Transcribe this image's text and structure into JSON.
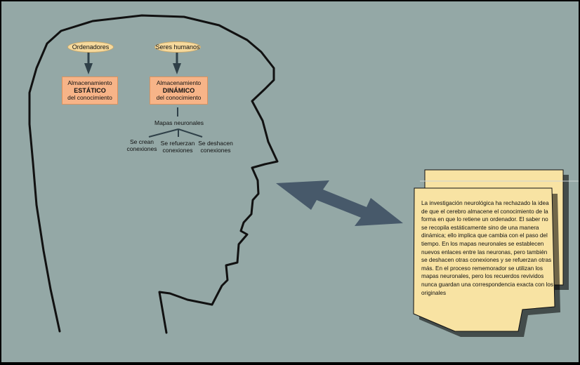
{
  "head": {
    "left_oval": "Ordenadores",
    "right_oval": "Seres humanos",
    "static_box": {
      "line1": "Almacenamiento",
      "line2": "ESTÁTICO",
      "line3": "del conocimiento"
    },
    "dynamic_box": {
      "line1": "Almacenamiento",
      "line2": "DINÁMICO",
      "line3": "del conocimiento"
    },
    "neural_maps": "Mapas neuronales",
    "branches": [
      {
        "line1": "Se crean",
        "line2": "conexiones"
      },
      {
        "line1": "Se refuerzan",
        "line2": "conexiones"
      },
      {
        "line1": "Se deshacen",
        "line2": "conexiones"
      }
    ]
  },
  "note": {
    "text": "La investigación neurológica ha rechazado la idea de que el cerebro almacene el conocimiento de la forma en que lo retiene un ordenador. El saber no se recopila estáticamente sino de una manera dinámica; ello implica que cambia con el paso del tiempo. En los mapas neuronales se establecen nuevos enlaces entre las neuronas, pero también se deshacen otras conexiones y se refuerzan otras más. En el proceso rememorador se utilizan los mapas neuronales, pero los recuerdos revividos nunca guardan una correspondencia exacta con los originales"
  },
  "colors": {
    "background": "#94a8a6",
    "oval_fill": "#f6d99c",
    "box_fill": "#f7b488",
    "note_fill": "#f8e3a3",
    "arrow": "#47596a",
    "outline": "#111111"
  }
}
